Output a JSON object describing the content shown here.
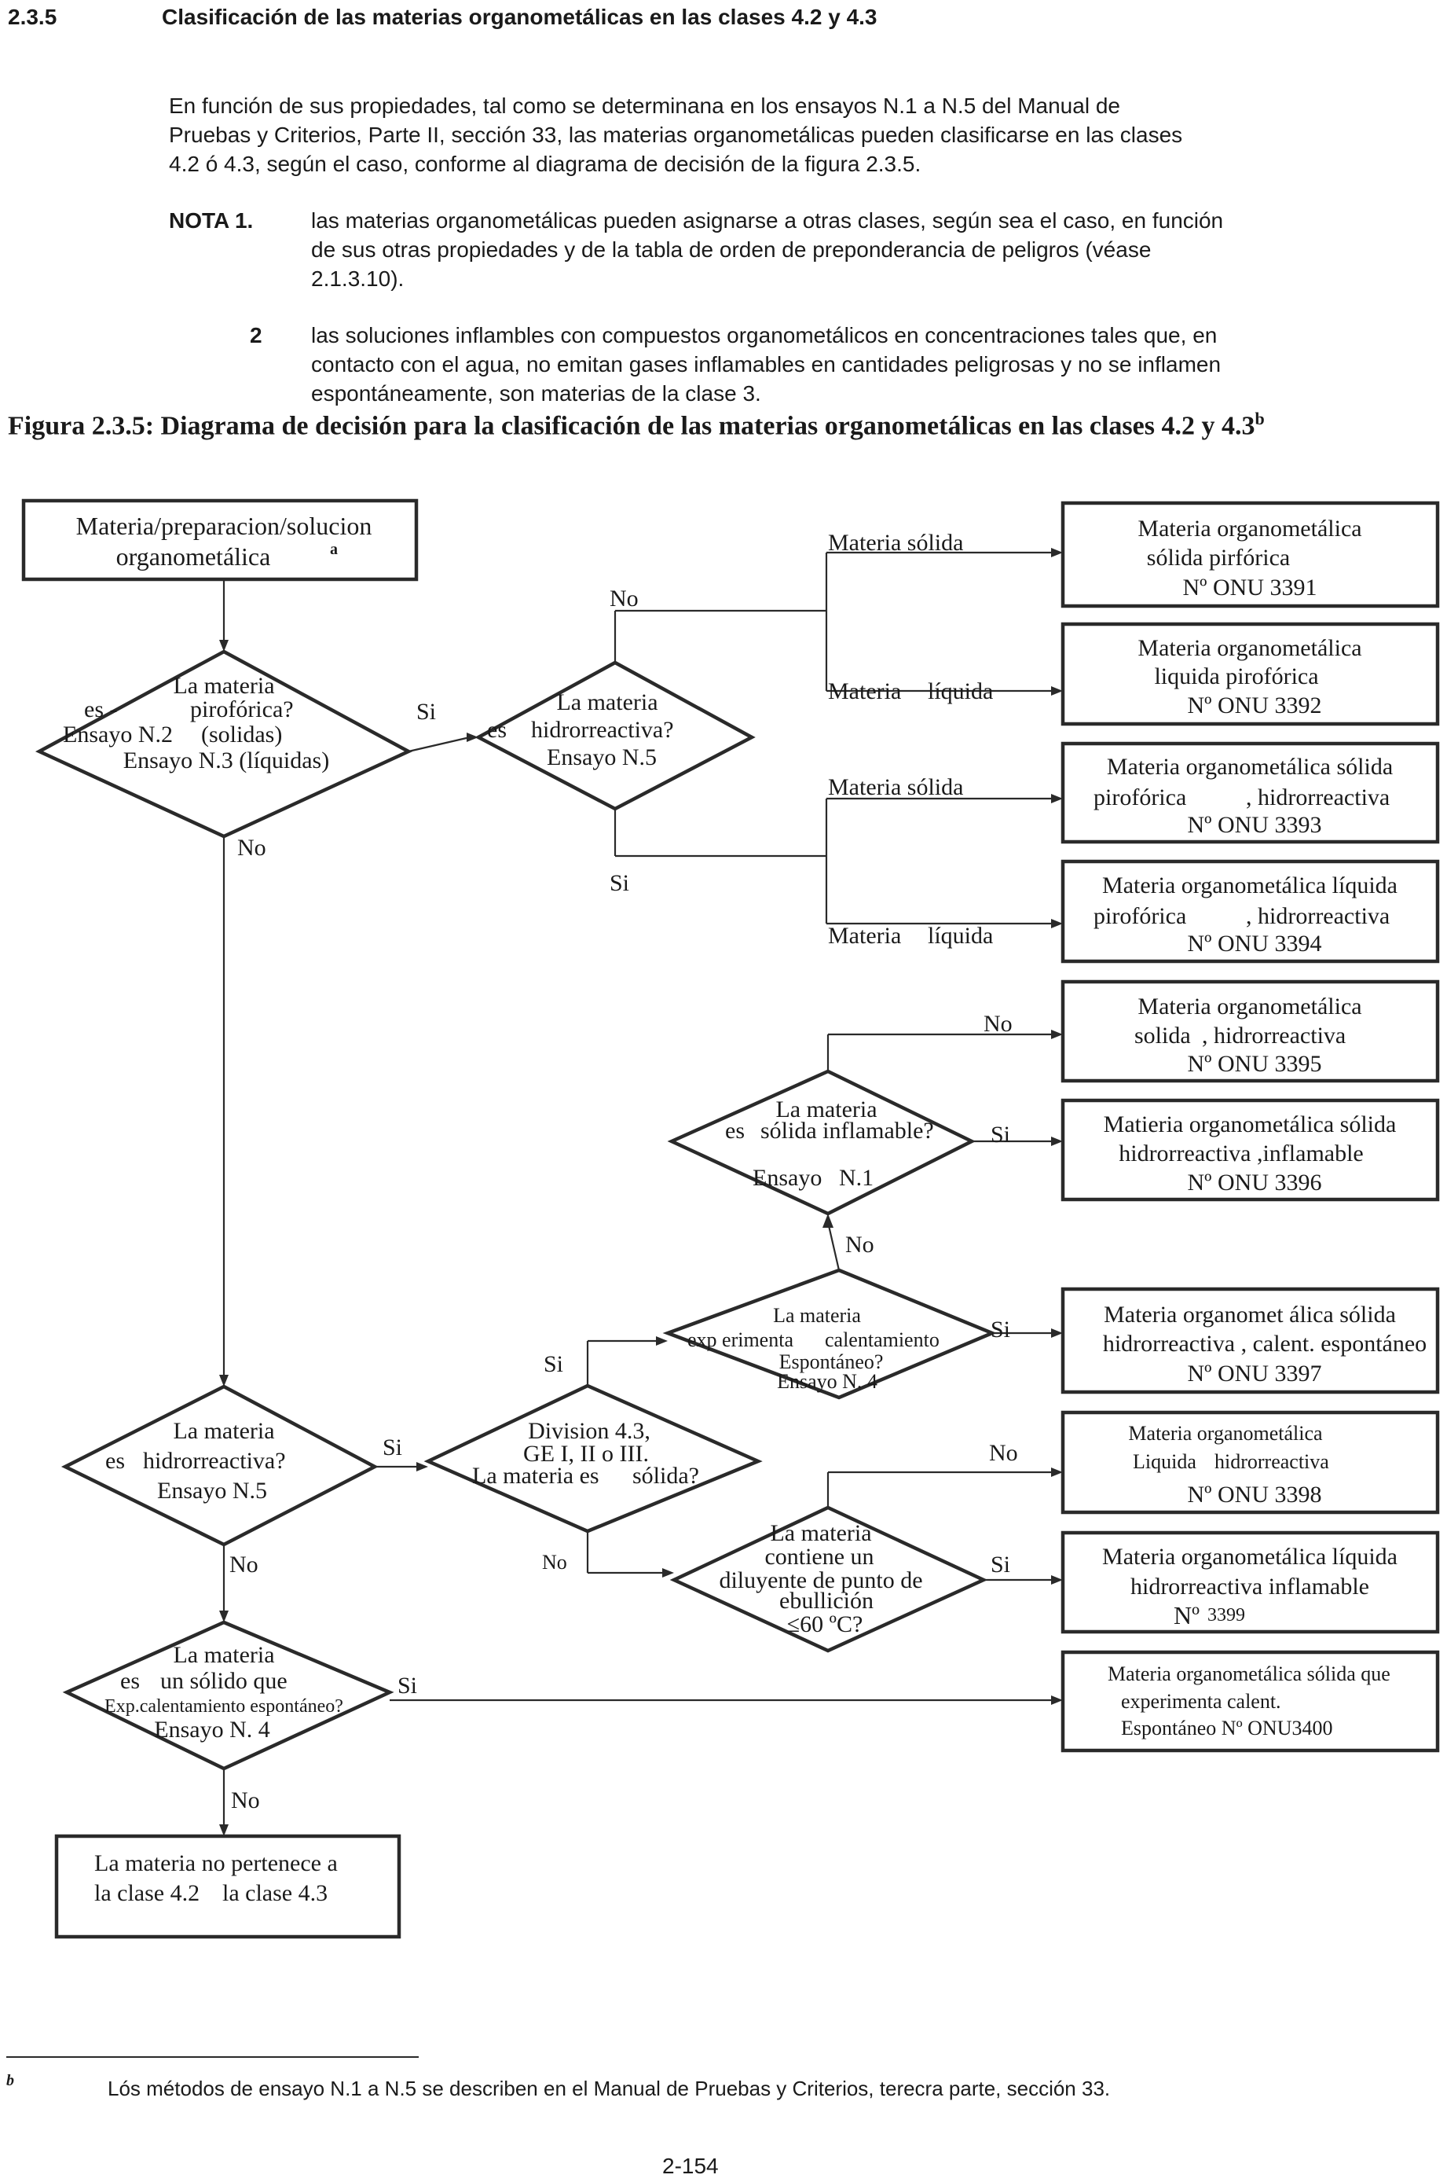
{
  "header": {
    "number": "2.3.5",
    "title": "Clasificación de las materias organometálicas en las clases 4.2 y 4.3"
  },
  "intro": {
    "lines": [
      "En función de sus propiedades, tal como se determinana en los ensayos N.1 a N.5 del Manual de",
      "Pruebas y Criterios, Parte II, sección 33, las materias organometálicas pueden clasificarse en las clases",
      "4.2 ó 4.3, según el caso, conforme al diagrama de decisión de la figura 2.3.5."
    ]
  },
  "notes": {
    "note1_label": "NOTA 1.",
    "note1_lines": [
      "las materias organometálicas pueden asignarse a otras clases, según sea el caso, en función",
      "de sus otras propiedades y de la tabla de orden de preponderancia de peligros (véase",
      "2.1.3.10)."
    ],
    "note2_label": "2",
    "note2_lines": [
      "las soluciones inflambles con compuestos organometálicos en concentraciones tales que, en",
      "contacto con el agua, no emitan gases inflamables en cantidades peligrosas y no se inflamen",
      "espontáneamente, son materias de la clase 3."
    ]
  },
  "figure": {
    "title": "Figura 2.3.5: Diagrama de decisión para la clasificación de las materias organometálicas en las clases 4.2 y 4.3",
    "title_sup": "b",
    "start_box": {
      "lines": [
        "Materia/preparacion/solucion",
        "organometálica"
      ],
      "sup": "a"
    },
    "decisions": {
      "pyrophoric": [
        "La materia",
        "es -",
        "pirofórica?",
        "Ensayo N.2",
        "(solidas)",
        "Ensayo N.3 (líquidas)"
      ],
      "water_reactive_top": [
        "La materia",
        "es",
        "hidrorreactiva?",
        "Ensayo N.5"
      ],
      "solid_flammable": [
        "La materia",
        "es",
        "sólida inflamable?",
        "Ensayo",
        "N.1"
      ],
      "self_heating_top": [
        "La materia",
        "exp erimenta",
        "calentamiento",
        "Espontáneo?",
        "Ensayo N. 4"
      ],
      "water_reactive_left": [
        "La materia",
        "es",
        "hidrorreactiva?",
        "Ensayo N.5"
      ],
      "division": [
        "Division 4.3,",
        "GE I, II o III.",
        "La materia es",
        "sólida?"
      ],
      "diluent": [
        "La materia",
        "contiene un",
        "diluyente de punto de",
        "ebullición",
        "≤60 ºC?"
      ],
      "solid_self_heating": [
        "La materia",
        "es",
        "un sólido que",
        "Exp.calentamiento espontáneo?",
        "Ensayo N. 4"
      ]
    },
    "branch_labels": {
      "no": "No",
      "si": "Si",
      "materia_solida": "Materia sólida",
      "materia": "Materia",
      "liquida": "líquida"
    },
    "results": [
      {
        "lines": [
          "Materia organometálica",
          "sólida pirfórica",
          "Nº ONU 3391"
        ]
      },
      {
        "lines": [
          "Materia organometálica",
          "liquida pirofórica",
          "Nº ONU 3392"
        ]
      },
      {
        "lines": [
          "Materia organometálica sólida",
          "pirofórica",
          ", hidrorreactiva",
          "Nº ONU 3393"
        ]
      },
      {
        "lines": [
          "Materia organometálica líquida",
          "pirofórica",
          ", hidrorreactiva",
          "Nº ONU 3394"
        ]
      },
      {
        "lines": [
          "Materia organometálica",
          "solida",
          ", hidrorreactiva",
          "Nº ONU 3395"
        ]
      },
      {
        "lines": [
          "Matieria organometálica sólida",
          "hidrorreactiva ,inflamable",
          "Nº ONU 3396"
        ]
      },
      {
        "lines": [
          "Materia organomet álica sólida",
          "hidrorreactiva , calent. espontáneo",
          "Nº ONU 3397"
        ]
      },
      {
        "lines": [
          "Materia organometálica",
          "Liquida",
          "hidrorreactiva",
          "Nº ONU 3398"
        ]
      },
      {
        "lines": [
          "Materia organometálica líquida",
          "hidrorreactiva inflamable",
          "Nº",
          "3399"
        ]
      },
      {
        "lines": [
          "Materia organometálica sólida que",
          "experimenta calent.",
          "Espontáneo Nº ONU3400"
        ]
      }
    ],
    "end_box": {
      "lines": [
        "La materia no pertenece a",
        "la clase 4.2",
        "la clase 4.3"
      ]
    }
  },
  "footnote": {
    "mark": "b",
    "text": "Lós métodos de ensayo N.1 a N.5 se describen en el Manual de Pruebas y Criterios, terecra parte, sección 33."
  },
  "page_number": "2-154"
}
